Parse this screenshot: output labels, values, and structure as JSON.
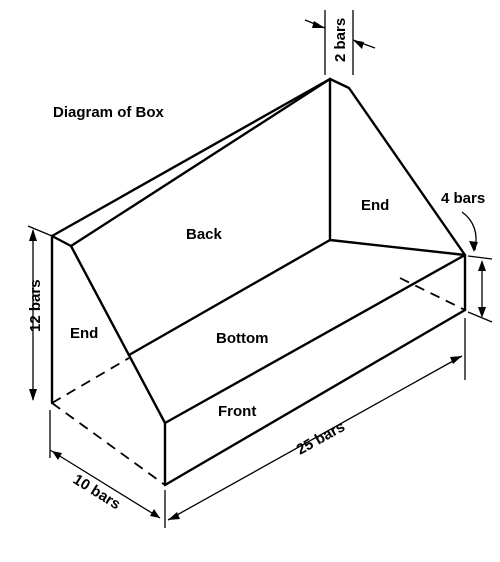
{
  "title": "Diagram of Box",
  "faces": {
    "back": "Back",
    "end_left": "End",
    "end_right": "End",
    "bottom": "Bottom",
    "front": "Front"
  },
  "dimensions": {
    "height": "12 bars",
    "depth": "10 bars",
    "length": "25 bars",
    "top_edge": "2 bars",
    "front_height": "4 bars"
  }
}
